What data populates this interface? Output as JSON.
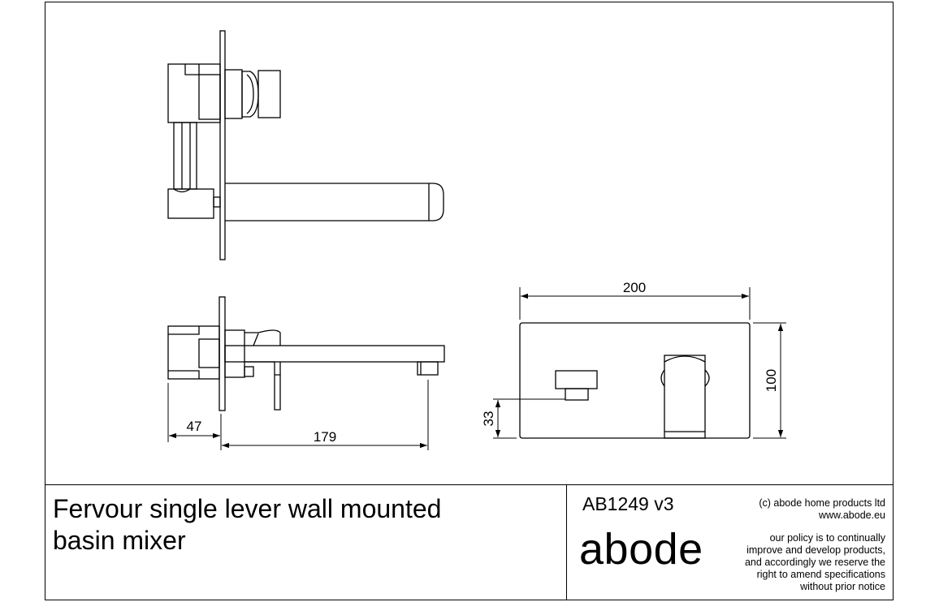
{
  "dimensions": {
    "width_overall": "200",
    "height_plate": "100",
    "outlet_height": "33",
    "wall_depth": "47",
    "spout_projection": "179"
  },
  "title_block": {
    "product_title_line1": "Fervour single lever wall mounted",
    "product_title_line2": "basin mixer",
    "product_code": "AB1249 v3",
    "brand_logo": "abode",
    "company_line1": "(c) abode home products ltd",
    "company_line2": "www.abode.eu",
    "policy_lines": [
      "our policy is to continually",
      "improve and develop products,",
      "and accordingly we reserve the",
      "right to amend specifications",
      "without prior notice"
    ]
  }
}
